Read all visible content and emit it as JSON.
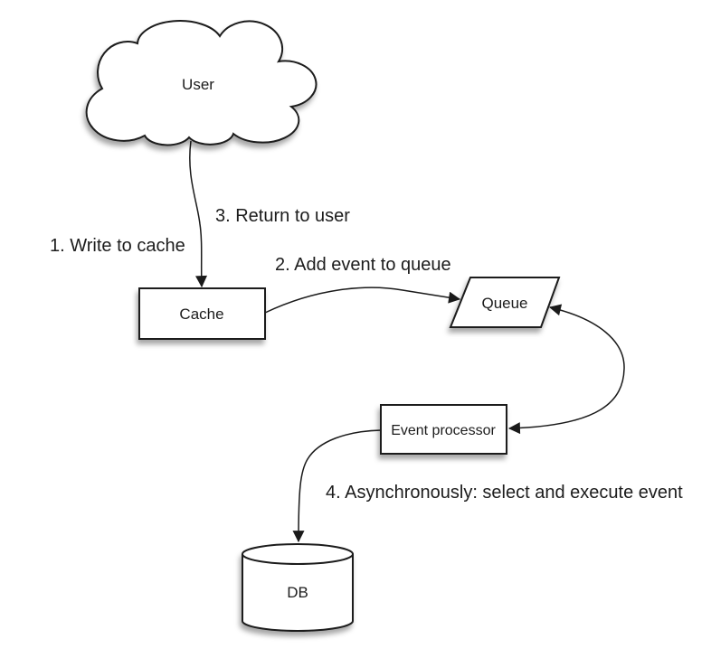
{
  "diagram": {
    "type": "flow-diagram",
    "background": "#ffffff",
    "colors": {
      "stroke": "#1a1a1a",
      "shape_fill": "#ffffff",
      "text": "#1c1c1c"
    },
    "nodes": {
      "user": {
        "label": "User",
        "shape": "cloud"
      },
      "cache": {
        "label": "Cache",
        "shape": "rectangle"
      },
      "queue": {
        "label": "Queue",
        "shape": "parallelogram"
      },
      "event_processor": {
        "label": "Event processor",
        "shape": "rectangle"
      },
      "db": {
        "label": "DB",
        "shape": "cylinder"
      }
    },
    "steps": {
      "step1": "1. Write to cache",
      "step2": "2. Add event to queue",
      "step3": "3. Return to user",
      "step4": "4. Asynchronously: select and execute event"
    },
    "edges": [
      {
        "id": "user-cache",
        "from": "user",
        "to": "cache",
        "direction": "forward",
        "step_refs": [
          "step1",
          "step3"
        ]
      },
      {
        "id": "cache-queue",
        "from": "cache",
        "to": "queue",
        "direction": "forward",
        "step_refs": [
          "step2"
        ]
      },
      {
        "id": "queue-event_processor",
        "from": "queue",
        "to": "event_processor",
        "direction": "bidirectional",
        "step_refs": []
      },
      {
        "id": "event_processor-db",
        "from": "event_processor",
        "to": "db",
        "direction": "forward",
        "step_refs": [
          "step4"
        ]
      }
    ]
  }
}
